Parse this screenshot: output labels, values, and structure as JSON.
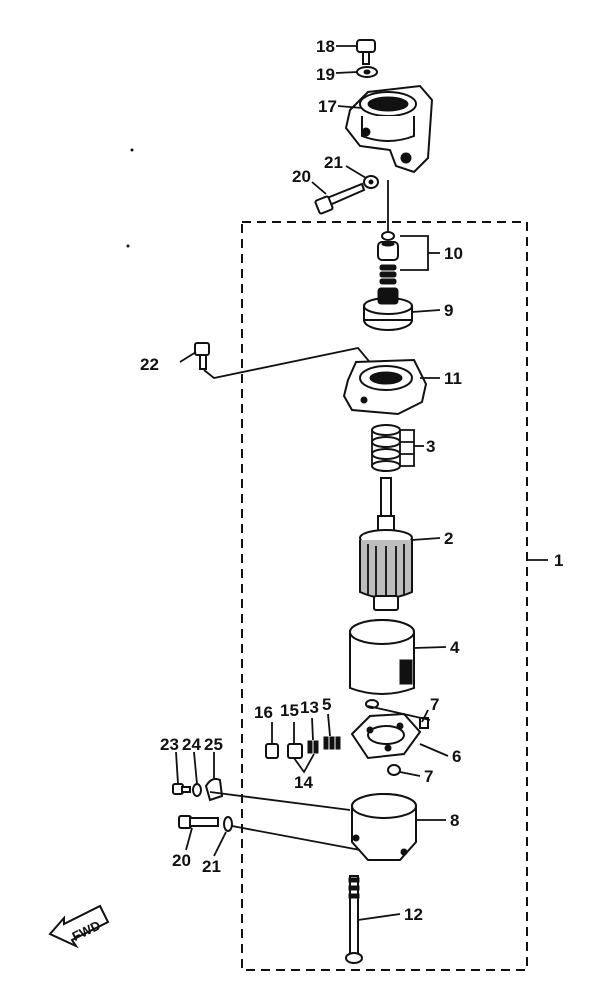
{
  "labels": {
    "p1": "1",
    "p2": "2",
    "p3": "3",
    "p4": "4",
    "p5": "5",
    "p6": "6",
    "p7a": "7",
    "p7b": "7",
    "p8": "8",
    "p9": "9",
    "p10": "10",
    "p11": "11",
    "p12": "12",
    "p13": "13",
    "p14": "14",
    "p15": "15",
    "p16": "16",
    "p17": "17",
    "p18": "18",
    "p19": "19",
    "p20a": "20",
    "p20b": "20",
    "p21a": "21",
    "p21b": "21",
    "p22": "22",
    "p23": "23",
    "p24": "24",
    "p25": "25"
  },
  "fwd_label": "FWD"
}
